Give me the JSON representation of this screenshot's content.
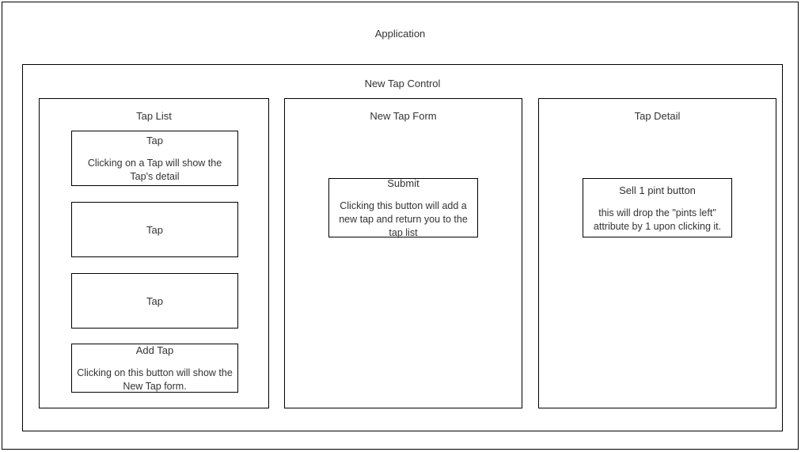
{
  "app": {
    "title": "Application"
  },
  "control": {
    "title": "New Tap Control"
  },
  "panels": {
    "tap_list": {
      "title": "Tap List",
      "cards": [
        {
          "title": "Tap",
          "description": "Clicking on a Tap will show the Tap's detail"
        },
        {
          "title": "Tap",
          "description": ""
        },
        {
          "title": "Tap",
          "description": ""
        },
        {
          "title": "Add Tap",
          "description": "Clicking on this button will show the New Tap form."
        }
      ]
    },
    "new_tap_form": {
      "title": "New Tap Form",
      "submit": {
        "title": "Submit",
        "description": "Clicking this button will add a new tap and return you to the tap list"
      }
    },
    "tap_detail": {
      "title": "Tap Detail",
      "sell": {
        "title": "Sell 1 pint button",
        "description": "this will drop the \"pints left\" attribute by 1 upon clicking it."
      }
    }
  },
  "colors": {
    "border": "#000000",
    "text": "#333333",
    "background": "#ffffff"
  }
}
